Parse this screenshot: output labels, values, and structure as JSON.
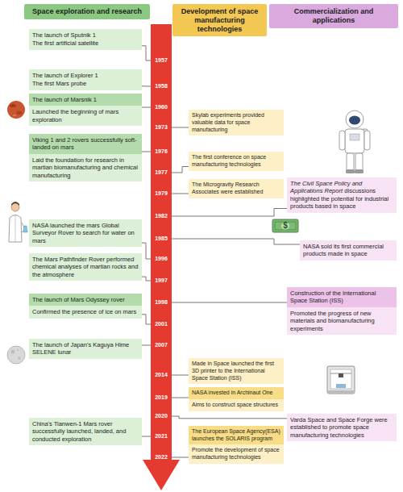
{
  "diagram": {
    "nodes": [
      {
        "text": [
          "Space exploration and research"
        ]
      },
      {
        "text": [
          "Development of space manufacturing technologies"
        ]
      },
      {
        "text": [
          "Commercialization and applications"
        ]
      },
      {
        "text": [
          "1957",
          "1958",
          "1960",
          "1973",
          "1976",
          "1977",
          "1979",
          "1982",
          "1985",
          "1996",
          "1997",
          "1998",
          "2001",
          "2007",
          "2014",
          "2019",
          "2020",
          "2021",
          "2022"
        ]
      },
      {
        "text": [
          "The launch of Sputnik 1",
          "The first artificial satellite"
        ]
      },
      {
        "text": [
          "The launch of Explorer 1",
          "The first Mars probe"
        ]
      },
      {
        "text": [
          "The launch of Marsnik 1",
          "Launched the beginning of mars exploration"
        ]
      },
      {
        "text": [
          "Viking 1 and 2 rovers successfully soft-landed on mars",
          "Laid the foundation for research in martian biomanufacturing and chemical manufacturing"
        ]
      },
      {
        "text": [
          "NASA launched the mars Global Surveyor Rover to search for water on mars"
        ]
      },
      {
        "text": [
          "The Mars Pathfinder Rover performed chemical analyses of martian rocks and the atmosphere"
        ]
      },
      {
        "text": [
          "The launch of Mars Odyssey rover",
          "Confirmed the presence of ice on mars"
        ]
      },
      {
        "text": [
          "The launch of Japan's Kaguya Hime SELENE lunar"
        ]
      },
      {
        "text": [
          "China's Tianwen-1 Mars rover successfully launched, landed, and conducted exploration"
        ]
      },
      {
        "text": [
          "Skylab experiments provided valuable data for space manufacturing"
        ]
      },
      {
        "text": [
          "The first conference on space manufacturing technologies"
        ]
      },
      {
        "text": [
          "The Microgravity Research Associates were established"
        ]
      },
      {
        "text": [
          "Made in Space launched the first 3D printer to the International Space Station (ISS)"
        ]
      },
      {
        "text": [
          "NASA invested in Archinaut One",
          "Aims to construct space structures"
        ]
      },
      {
        "text": [
          "The European Space Agency(ESA) launches the SOLARIS program",
          "Promote the development of space manufacturing technologies"
        ]
      },
      {
        "text": [
          "The Civil Space Policy and Applications Report",
          "discussions highlighted the potential for industrial products based in space"
        ]
      },
      {
        "text": [
          "NASA sold its first commercial products made in space"
        ]
      },
      {
        "text": [
          "Construction of the International Space Station (ISS)",
          "Promoted the progress of new materials and biomanufacturing experiments"
        ]
      },
      {
        "text": [
          "Varda Space and Space Forge were established to promote space manufacturing technologies"
        ]
      }
    ],
    "edges": [
      {
        "from": 4,
        "to": 3,
        "arrow": "none"
      },
      {
        "from": 5,
        "to": 3,
        "arrow": "none"
      },
      {
        "from": 6,
        "to": 3,
        "arrow": "none"
      },
      {
        "from": 7,
        "to": 3,
        "arrow": "none"
      },
      {
        "from": 8,
        "to": 3,
        "arrow": "none"
      },
      {
        "from": 9,
        "to": 3,
        "arrow": "none"
      },
      {
        "from": 10,
        "to": 3,
        "arrow": "none"
      },
      {
        "from": 11,
        "to": 3,
        "arrow": "none"
      },
      {
        "from": 12,
        "to": 3,
        "arrow": "none"
      },
      {
        "from": 13,
        "to": 3,
        "arrow": "none"
      },
      {
        "from": 14,
        "to": 3,
        "arrow": "none"
      },
      {
        "from": 15,
        "to": 3,
        "arrow": "none"
      },
      {
        "from": 16,
        "to": 3,
        "arrow": "none"
      },
      {
        "from": 17,
        "to": 3,
        "arrow": "none"
      },
      {
        "from": 18,
        "to": 3,
        "arrow": "none"
      },
      {
        "from": 19,
        "to": 3,
        "arrow": "none"
      },
      {
        "from": 20,
        "to": 3,
        "arrow": "none"
      },
      {
        "from": 21,
        "to": 3,
        "arrow": "none"
      },
      {
        "from": 22,
        "to": 3,
        "arrow": "none"
      }
    ],
    "labels": [
      "$"
    ]
  }
}
